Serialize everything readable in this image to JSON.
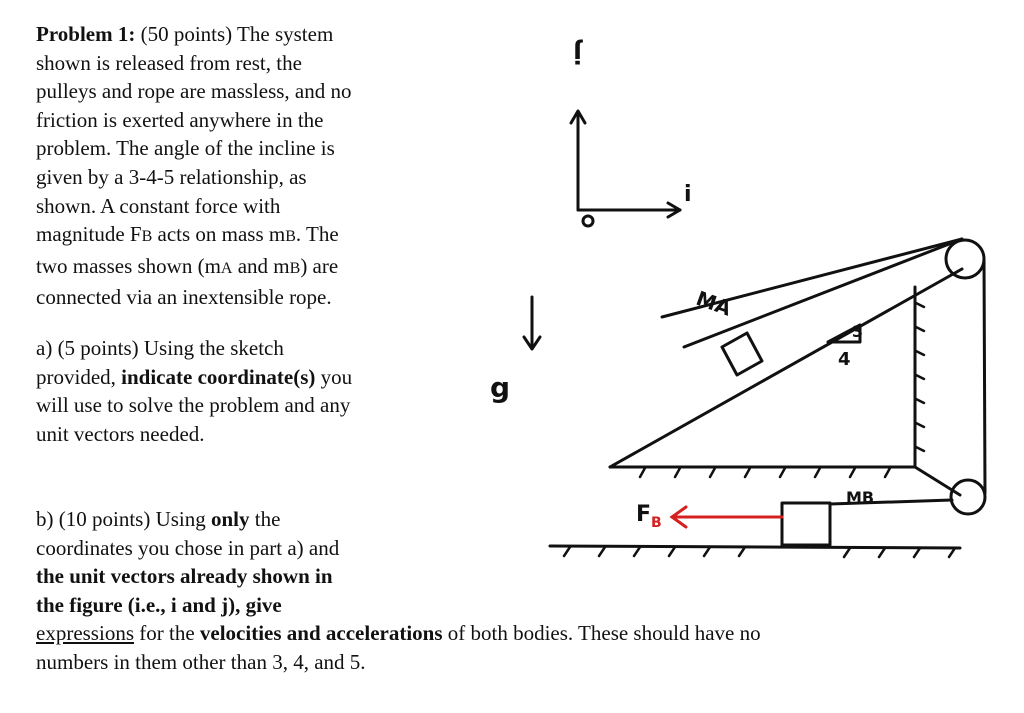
{
  "problem": {
    "title": "Problem 1:",
    "points": "(50 points) The system",
    "line2": "shown is released from rest, the",
    "line3": "pulleys and rope are massless, and no",
    "line4": "friction is exerted anywhere in the",
    "line5": "problem. The angle of the incline is",
    "line6": "given by a 3-4-5 relationship, as",
    "line7": "shown. A constant force with",
    "line8_pre": "magnitude F",
    "line8_sub1": "B",
    "line8_mid": " acts on mass m",
    "line8_sub2": "B",
    "line8_post": ". The",
    "line9_pre": "two masses shown (m",
    "line9_sub1": "A",
    "line9_mid": " and m",
    "line9_sub2": "B",
    "line9_post": ") are",
    "line10": "connected via an inextensible rope."
  },
  "part_a": {
    "line1": "a) (5 points) Using the sketch",
    "line2_pre": "provided, ",
    "line2_bold": "indicate coordinate(s)",
    "line2_post": " you",
    "line3": "will use to solve the problem and any",
    "line4": "unit vectors needed."
  },
  "part_b": {
    "line1_pre": "b) (10 points) Using ",
    "line1_bold": "only",
    "line1_post": " the",
    "line2": "coordinates you chose in part a) and",
    "line3": "the unit vectors already shown in",
    "line4": "the figure (i.e., i and j), give",
    "line5_u": "expressions",
    "line5_pre": " for the ",
    "line5_bold": "velocities and accelerations",
    "line5_post": " of both bodies.  These should have no",
    "line6": "numbers in them other than 3, 4, and 5."
  },
  "figure": {
    "j_label": "j",
    "i_label": "i",
    "origin_label": "O",
    "g_label": "g",
    "ma_label": "MA",
    "mb_label": "MB",
    "fb_label": "F",
    "fb_sub": "B",
    "side3": "3",
    "side4": "4",
    "force_color": "#d42020"
  }
}
